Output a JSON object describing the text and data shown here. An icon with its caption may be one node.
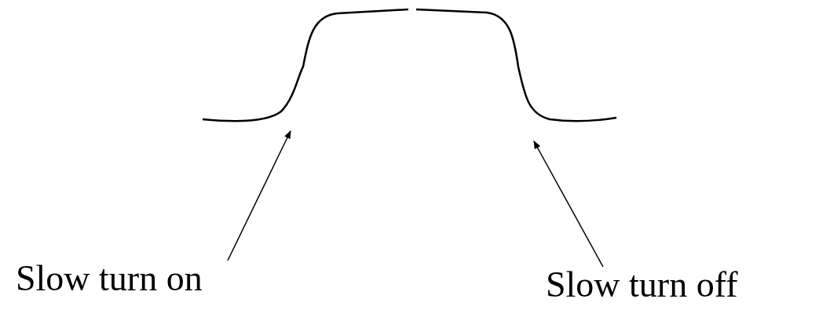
{
  "diagram": {
    "nodes": [
      {
        "text": [
          "Slow turn on"
        ]
      },
      {
        "text": [
          "Slow turn off"
        ]
      }
    ],
    "edges": [
      {
        "from": 0,
        "to": null,
        "arrow": "to"
      },
      {
        "from": 1,
        "to": null,
        "arrow": "to"
      }
    ]
  }
}
